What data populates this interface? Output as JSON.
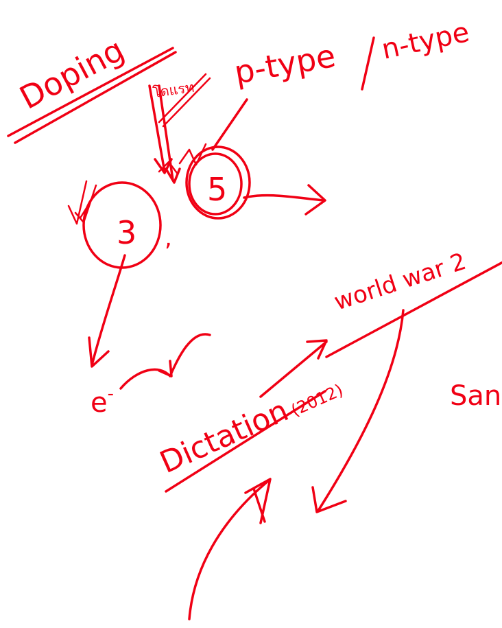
{
  "ink_color": "#f00014",
  "notes": {
    "doping": "Doping",
    "thai_word": "โดแรท",
    "p_type": "p-type",
    "n_type": "n-type",
    "three": "3",
    "five": "5",
    "comma": ",",
    "electron": "e",
    "electron_sup": "-",
    "world_war": "world war 2",
    "dictation": "Dictation",
    "dictation_year": "(2012)",
    "san": "San"
  }
}
